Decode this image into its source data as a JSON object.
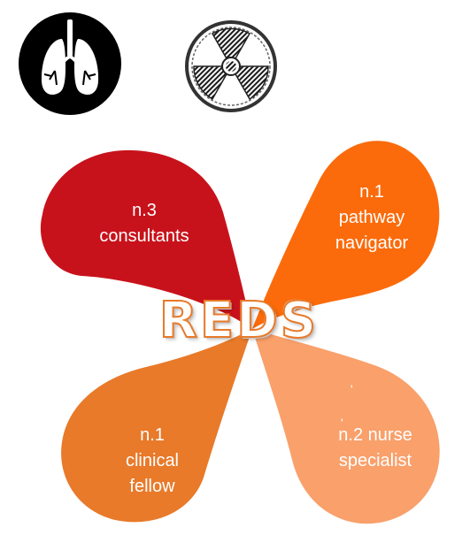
{
  "title": "REDS",
  "petals": {
    "top_left": {
      "lines": [
        "n.3",
        "consultants"
      ],
      "color": "#c8121b"
    },
    "top_right": {
      "lines": [
        "n.1",
        "pathway",
        "navigator"
      ],
      "color": "#fb6b0b"
    },
    "bottom_left": {
      "lines": [
        "n.1",
        "clinical",
        "fellow"
      ],
      "color": "#e87a2a"
    },
    "bottom_right": {
      "lines": [
        "n.2 nurse",
        "specialist"
      ],
      "color": "#f9a06b"
    }
  },
  "icons": {
    "left": "lungs-icon",
    "right": "radiation-icon"
  }
}
